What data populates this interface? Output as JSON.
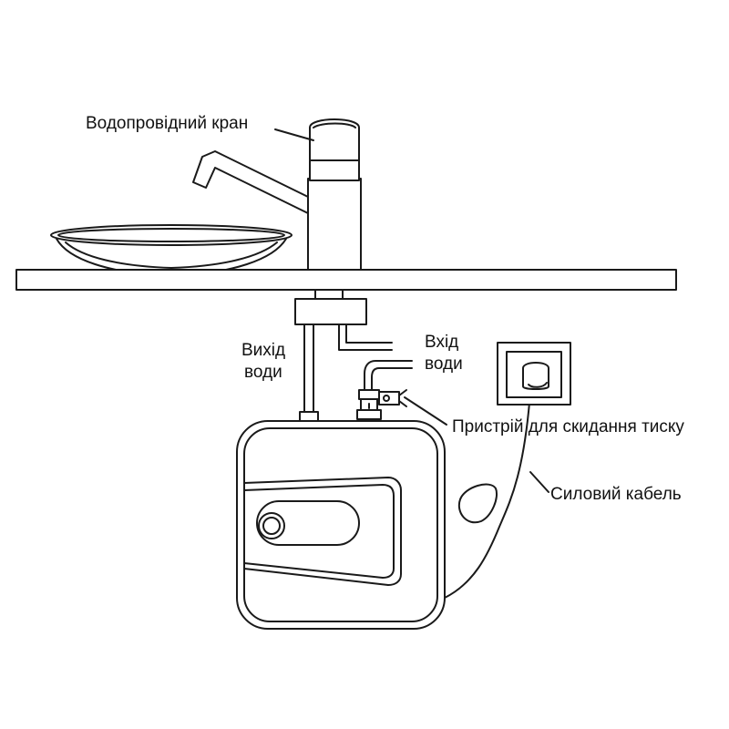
{
  "diagram": {
    "labels": {
      "faucet": "Водопровідний кран",
      "water_outlet_line1": "Вихід",
      "water_outlet_line2": "води",
      "water_inlet_line1": "Вхід",
      "water_inlet_line2": "води",
      "pressure_relief": "Пристрій для скидання тиску",
      "power_cable": "Силовий кабель"
    }
  }
}
